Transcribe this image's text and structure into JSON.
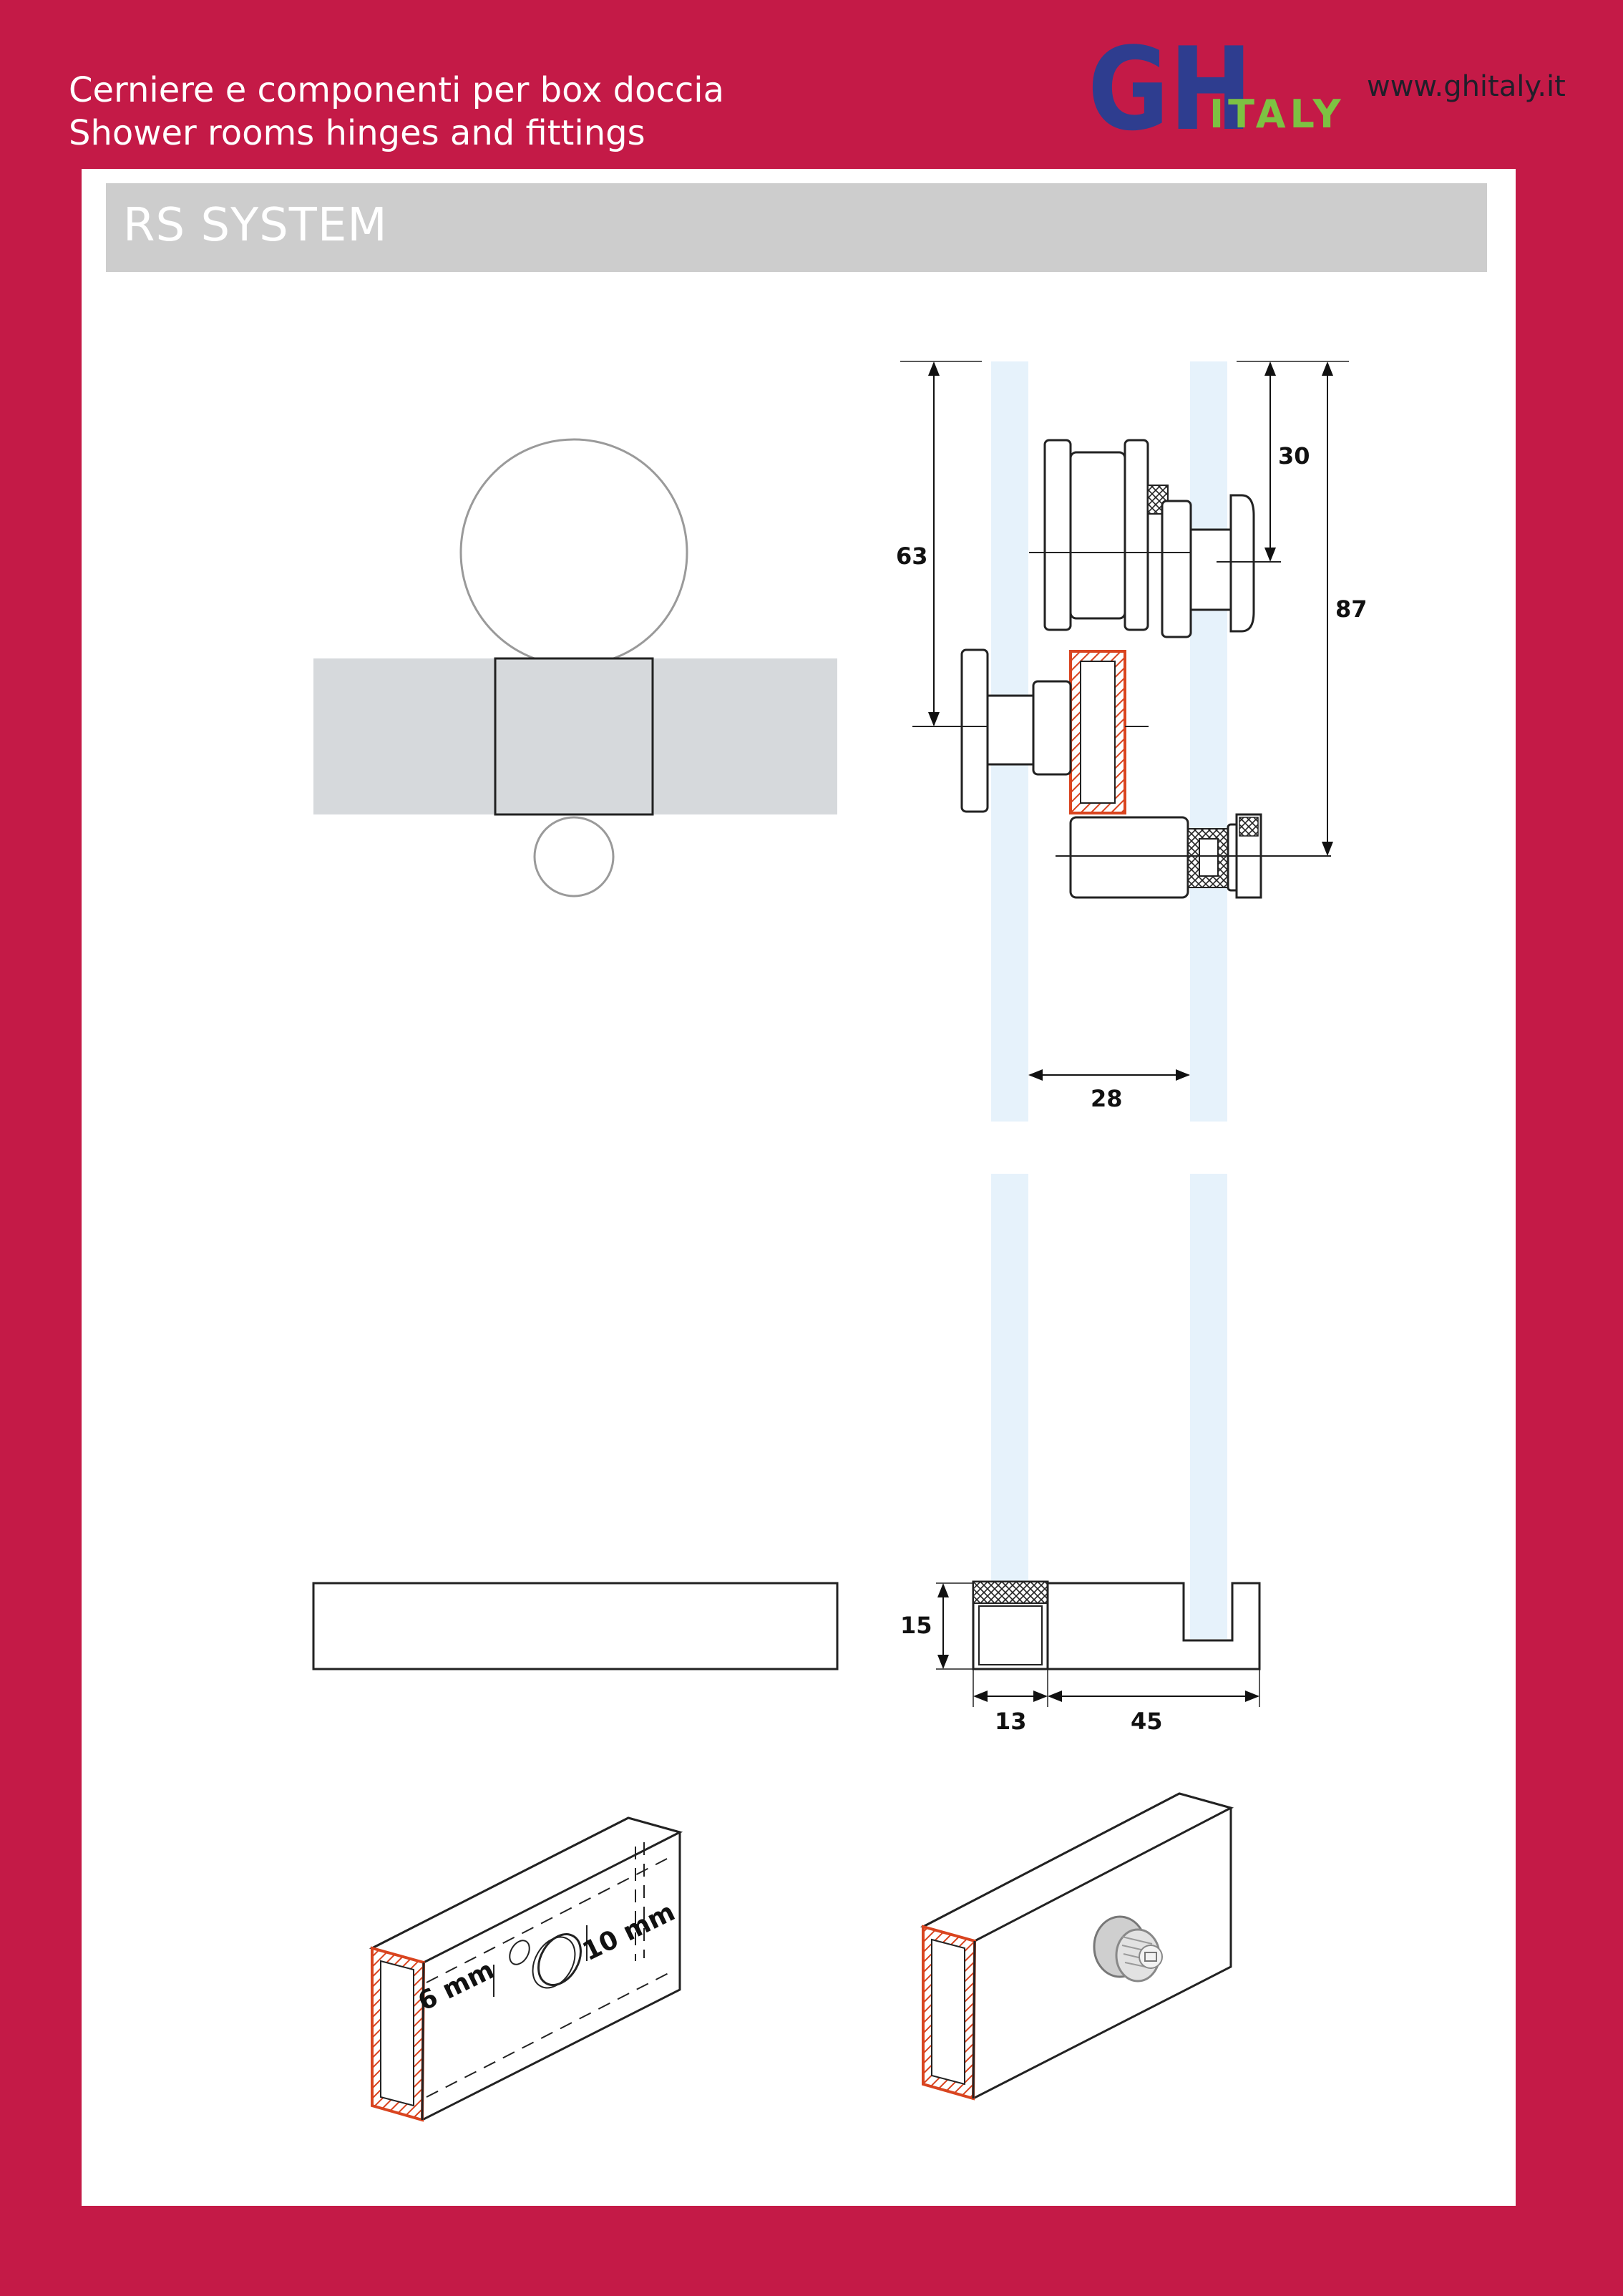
{
  "header": {
    "line_it": "Cerniere e componenti per box doccia",
    "line_en": "Shower rooms hinges and fittings",
    "url": "www.ghitaly.it",
    "logo": {
      "letters": "GH",
      "word": "ITALY",
      "letters_color": "#2e3d8f",
      "word_color": "#7dc242"
    }
  },
  "banner": {
    "title": "RS SYSTEM"
  },
  "dimensions": {
    "d63": "63",
    "d30": "30",
    "d87": "87",
    "d28": "28",
    "d15": "15",
    "d13": "13",
    "d45": "45"
  },
  "iso_labels": {
    "thickness": "6 mm",
    "hole": "10 mm"
  },
  "colors": {
    "background": "#c41a47",
    "sheet": "#ffffff",
    "banner": "#cdcdcd",
    "glass": "#e6f2fb",
    "section_hatch": "#d9441f",
    "panel_grey": "#d6d9dc"
  }
}
